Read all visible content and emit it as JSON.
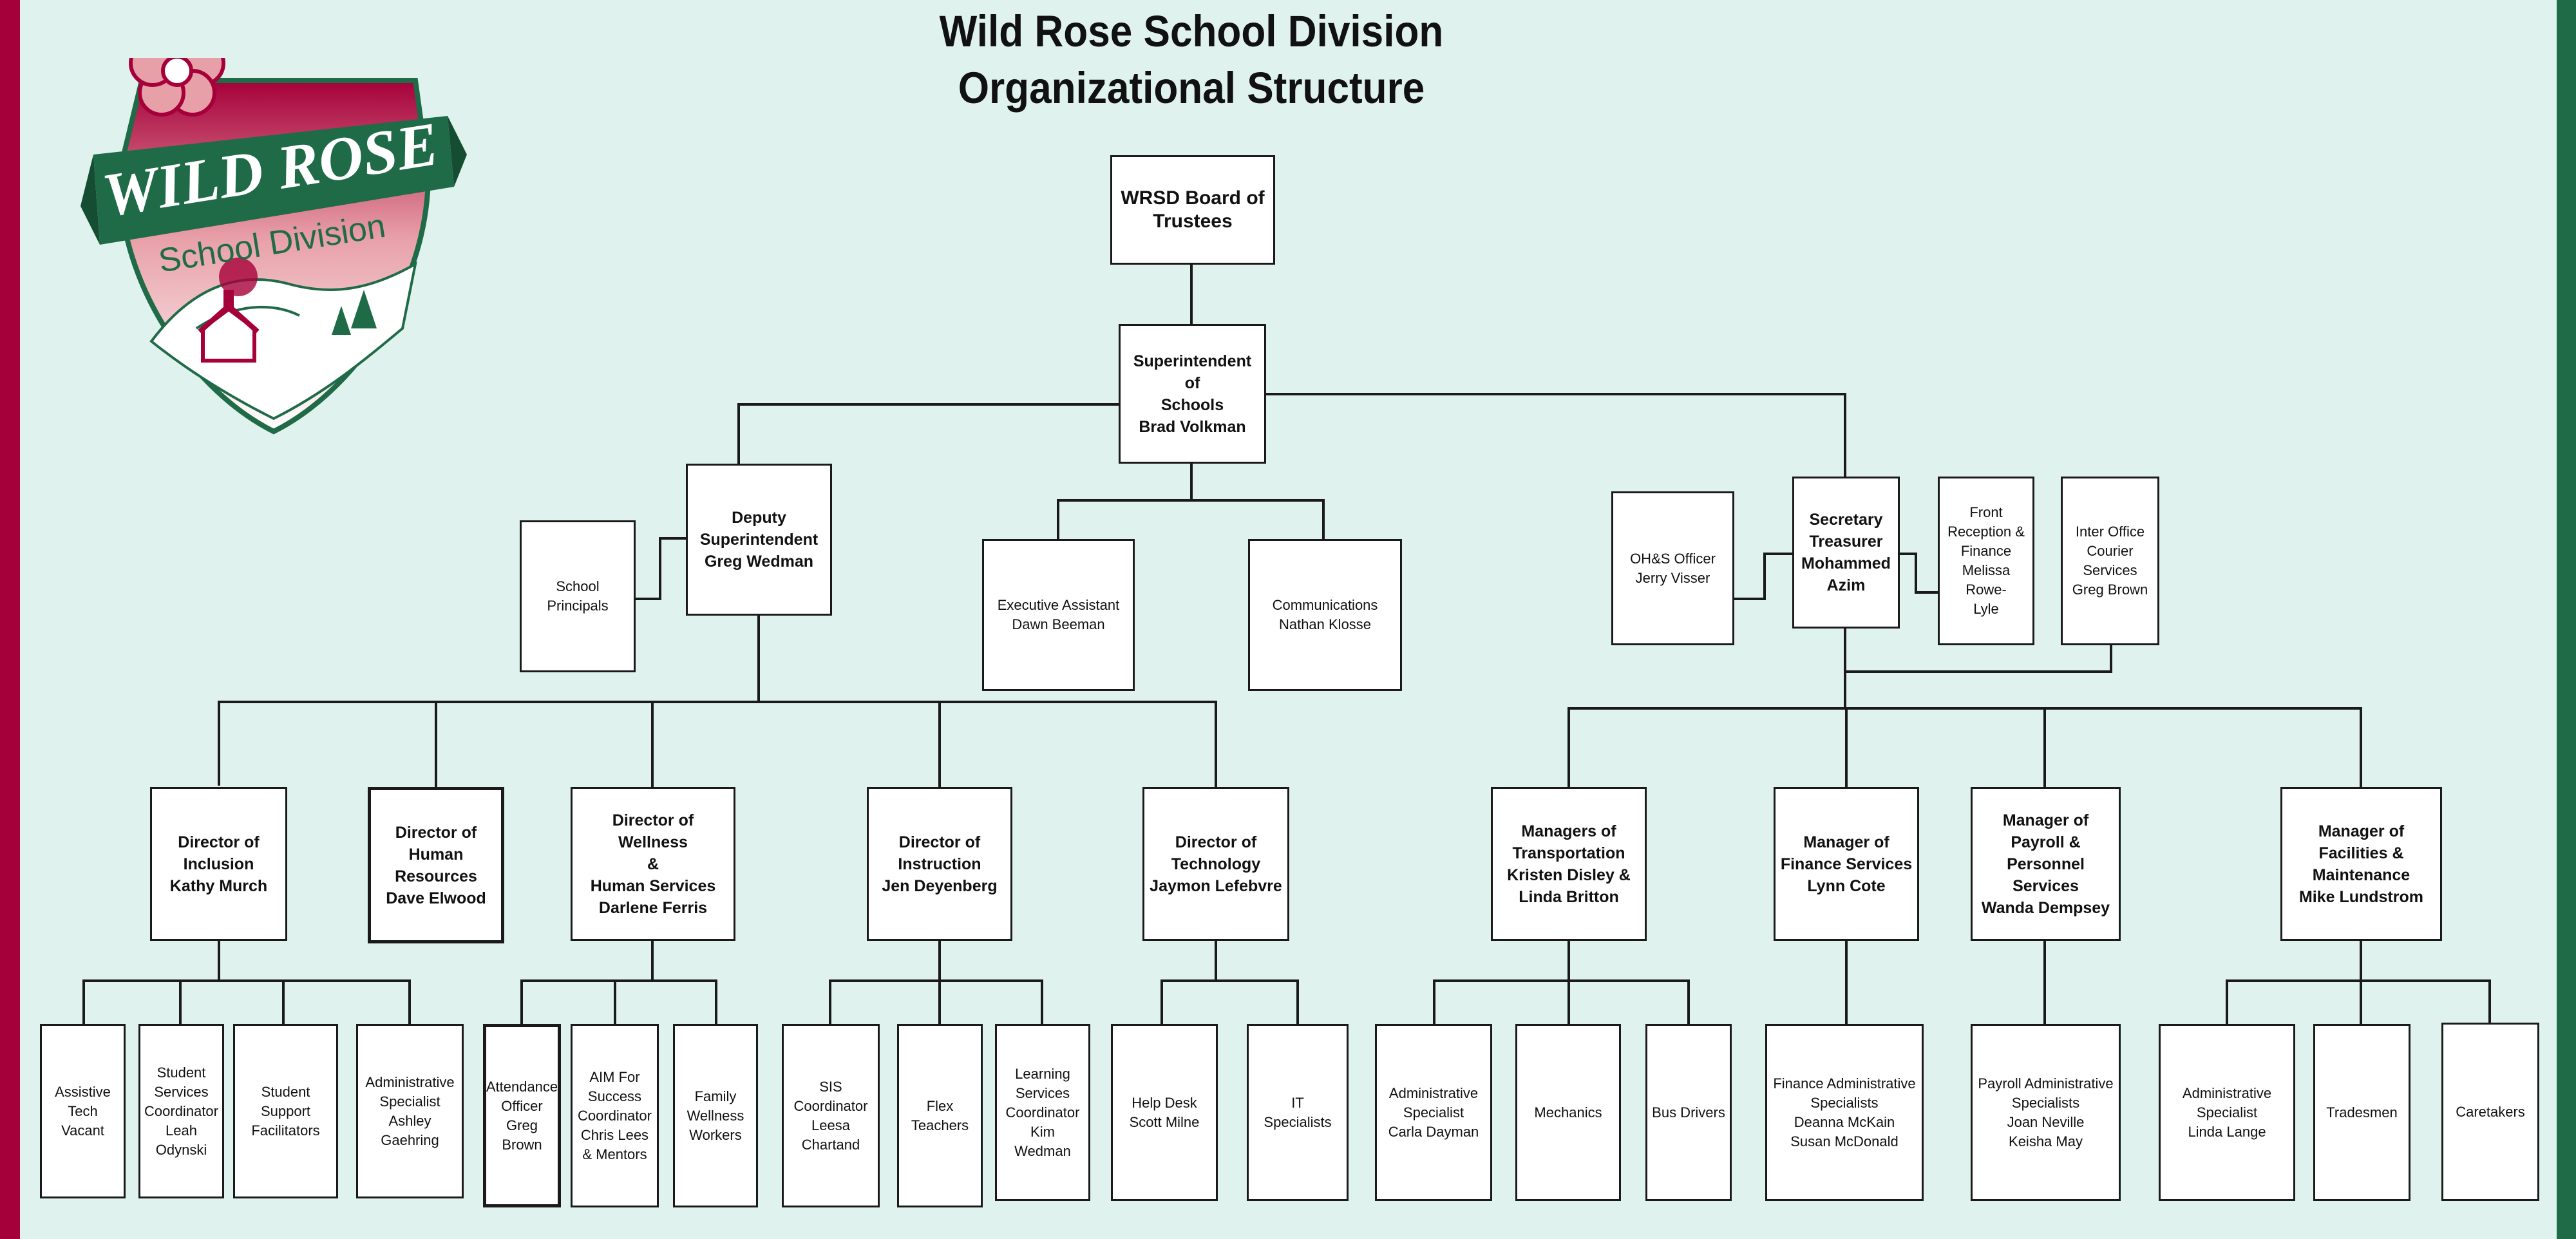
{
  "title": {
    "line1": "Wild Rose School Division",
    "line2": "Organizational Structure"
  },
  "logo": {
    "name": "WILD ROSE",
    "subtitle": "School Division"
  },
  "colors": {
    "background": "#dff2ee",
    "left_stripe": "#a6003a",
    "right_stripe": "#1f6b48",
    "logo_green": "#1f6b48",
    "logo_red": "#a6003a"
  },
  "nodes": {
    "board": "WRSD Board of\nTrustees",
    "superintendent": "Superintendent\nof\nSchools\nBrad Volkman",
    "deputy": "Deputy\nSuperintendent\nGreg Wedman",
    "school_principals": "School\nPrincipals",
    "exec_assistant": "Executive Assistant\nDawn Beeman",
    "communications": "Communications\nNathan Klosse",
    "ohs_officer": "OH&S Officer\nJerry Visser",
    "secretary_treasurer": "Secretary\nTreasurer\nMohammed\nAzim",
    "front_reception": "Front\nReception &\nFinance\nMelissa Rowe-\nLyle",
    "inter_office": "Inter Office\nCourier\nServices\nGreg Brown",
    "dir_inclusion": "Director of\nInclusion\nKathy Murch",
    "dir_hr": "Director of\nHuman Resources\nDave Elwood",
    "dir_wellness": "Director of Wellness\n&\nHuman Services\nDarlene Ferris",
    "dir_instruction": "Director of\nInstruction\nJen Deyenberg",
    "dir_technology": "Director of\nTechnology\nJaymon Lefebvre",
    "mgr_transportation": "Managers of\nTransportation\nKristen Disley &\nLinda Britton",
    "mgr_finance": "Manager of\nFinance Services\nLynn Cote",
    "mgr_payroll": "Manager of\nPayroll & Personnel\nServices\nWanda Dempsey",
    "mgr_facilities": "Manager of Facilities &\nMaintenance\nMike Lundstrom",
    "assistive_tech": "Assistive\nTech\nVacant",
    "student_services": "Student\nServices\nCoordinator\nLeah\nOdynski",
    "student_support": "Student Support\nFacilitators",
    "admin_inclusion": "Administrative\nSpecialist\nAshley Gaehring",
    "attendance": "Attendance\nOfficer\nGreg\nBrown",
    "aim": "AIM For\nSuccess\nCoordinator\nChris Lees\n& Mentors",
    "family_wellness": "Family\nWellness\nWorkers",
    "sis": "SIS\nCoordinator\nLeesa\nChartand",
    "flex_teachers": "Flex Teachers",
    "learning_services": "Learning\nServices\nCoordinator\nKim Wedman",
    "help_desk": "Help Desk\nScott Milne",
    "it_specialists": "IT\nSpecialists",
    "admin_transport": "Administrative\nSpecialist\nCarla Dayman",
    "mechanics": "Mechanics",
    "bus_drivers": "Bus Drivers",
    "finance_admin": "Finance Administrative\nSpecialists\nDeanna McKain\nSusan McDonald",
    "payroll_admin": "Payroll Administrative\nSpecialists\nJoan Neville\nKeisha May",
    "admin_facilities": "Administrative\nSpecialist\nLinda Lange",
    "tradesmen": "Tradesmen",
    "caretakers": "Caretakers"
  }
}
